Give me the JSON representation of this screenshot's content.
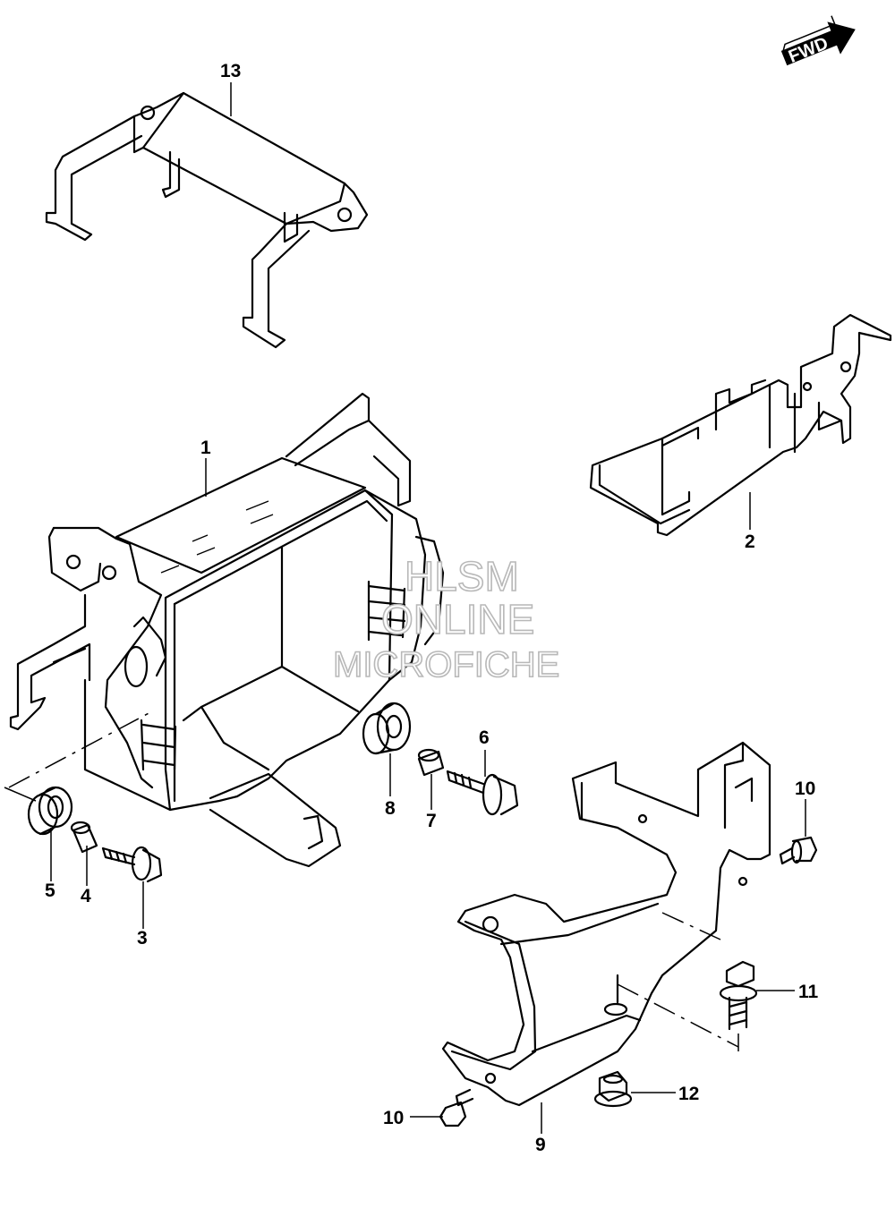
{
  "fwd_badge": {
    "label": "FWD",
    "icon": "fwd-arrow-icon"
  },
  "watermark": {
    "line1": "HLSM",
    "line2": "ONLINE",
    "line3": "MICROFICHE"
  },
  "callouts": {
    "c1": "1",
    "c2": "2",
    "c3": "3",
    "c4": "4",
    "c5": "5",
    "c6": "6",
    "c7": "7",
    "c8": "8",
    "c9": "9",
    "c10a": "10",
    "c10b": "10",
    "c11": "11",
    "c12": "12",
    "c13": "13"
  }
}
